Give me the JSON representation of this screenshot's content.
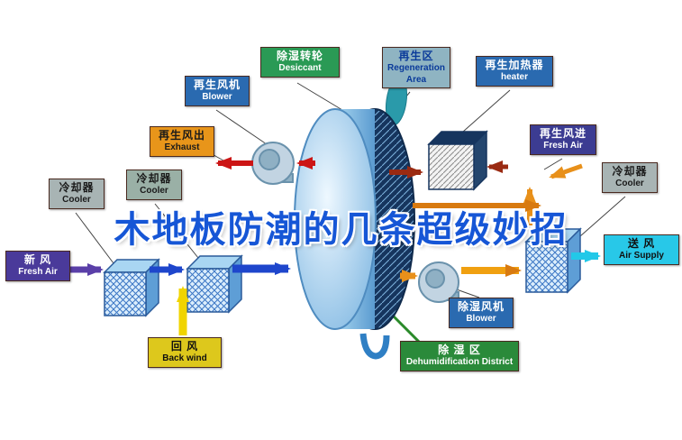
{
  "headline": {
    "text": "木地板防潮的几条超级妙招",
    "color": "#1656d6"
  },
  "labels": {
    "regen_blower": {
      "zh": "再生风机",
      "en": "Blower",
      "bg": "#2a6ab0",
      "fg": "#ffffff"
    },
    "desiccant": {
      "zh": "除湿转轮",
      "en": "Desiccant",
      "bg": "#2a9a55",
      "fg": "#ffffff"
    },
    "regeneration_area": {
      "zh": "再生区",
      "en": "Regeneration Area",
      "bg": "#8fb4c2",
      "fg": "#0a3a9a"
    },
    "heater": {
      "zh": "再生加热器",
      "en": "heater",
      "bg": "#2a6ab0",
      "fg": "#ffffff"
    },
    "exhaust": {
      "zh": "再生风出",
      "en": "Exhaust",
      "bg": "#e8951a",
      "fg": "#1a1a1a"
    },
    "regen_fresh_air": {
      "zh": "再生风进",
      "en": "Fresh Air",
      "bg": "#3c3c92",
      "fg": "#ffffff"
    },
    "cooler_left_inner": {
      "zh": "冷却器",
      "en": "Cooler",
      "bg": "#9ab0a6",
      "fg": "#1a1a1a"
    },
    "cooler_left_outer": {
      "zh": "冷却器",
      "en": "Cooler",
      "bg": "#a8b4b4",
      "fg": "#1a1a1a"
    },
    "cooler_right": {
      "zh": "冷却器",
      "en": "Cooler",
      "bg": "#a8b4b4",
      "fg": "#1a1a1a"
    },
    "fresh_air_left": {
      "zh": "新  风",
      "en": "Fresh Air",
      "bg": "#4a3a9a",
      "fg": "#ffffff"
    },
    "air_supply": {
      "zh": "送  风",
      "en": "Air Supply",
      "bg": "#28c8e8",
      "fg": "#101010"
    },
    "back_wind": {
      "zh": "回  风",
      "en": "Back wind",
      "bg": "#ddc81c",
      "fg": "#101010"
    },
    "dehumid_blower": {
      "zh": "除湿风机",
      "en": "Blower",
      "bg": "#2a6ab0",
      "fg": "#ffffff"
    },
    "dehumid_district": {
      "zh": "除 湿 区",
      "en": "Dehumidification District",
      "bg": "#2a8a3a",
      "fg": "#ffffff"
    }
  },
  "colors": {
    "process_arrow_blue": "#1e46cc",
    "fresh_air_purple": "#5a3fa8",
    "return_air_yellow": "#f0d400",
    "supply_cyan": "#22c8e8",
    "regen_hot_red": "#cc1515",
    "regen_maroon": "#9a2a12",
    "dry_air_orange": "#e8901a",
    "wheel_blue": "#5b9bd0",
    "regen_sector_teal": "#2a9aaa"
  }
}
